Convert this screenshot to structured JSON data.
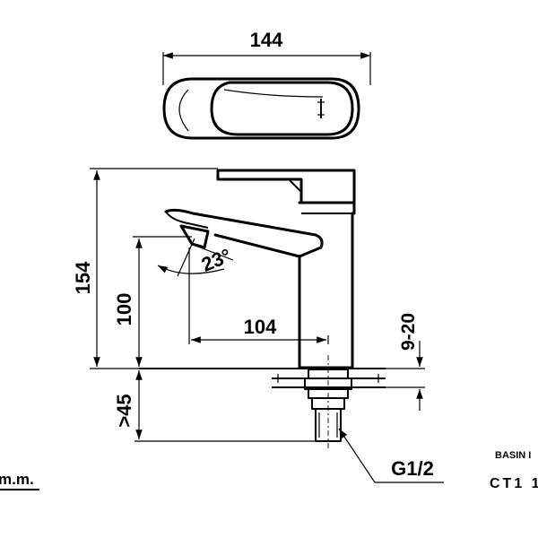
{
  "dimensions": {
    "width_top": "144",
    "total_height": "154",
    "spout_height": "100",
    "spout_reach": "104",
    "angle": "23°",
    "deck_thickness": "9-20",
    "shank_length": "45",
    "shank_prefix": ">",
    "thread": "G1/2"
  },
  "texts": {
    "unit_partial": "m.m.",
    "product_type_partial": "BASIN I",
    "model_partial": "CT1 1"
  },
  "colors": {
    "line": "#000000",
    "background": "#ffffff"
  }
}
